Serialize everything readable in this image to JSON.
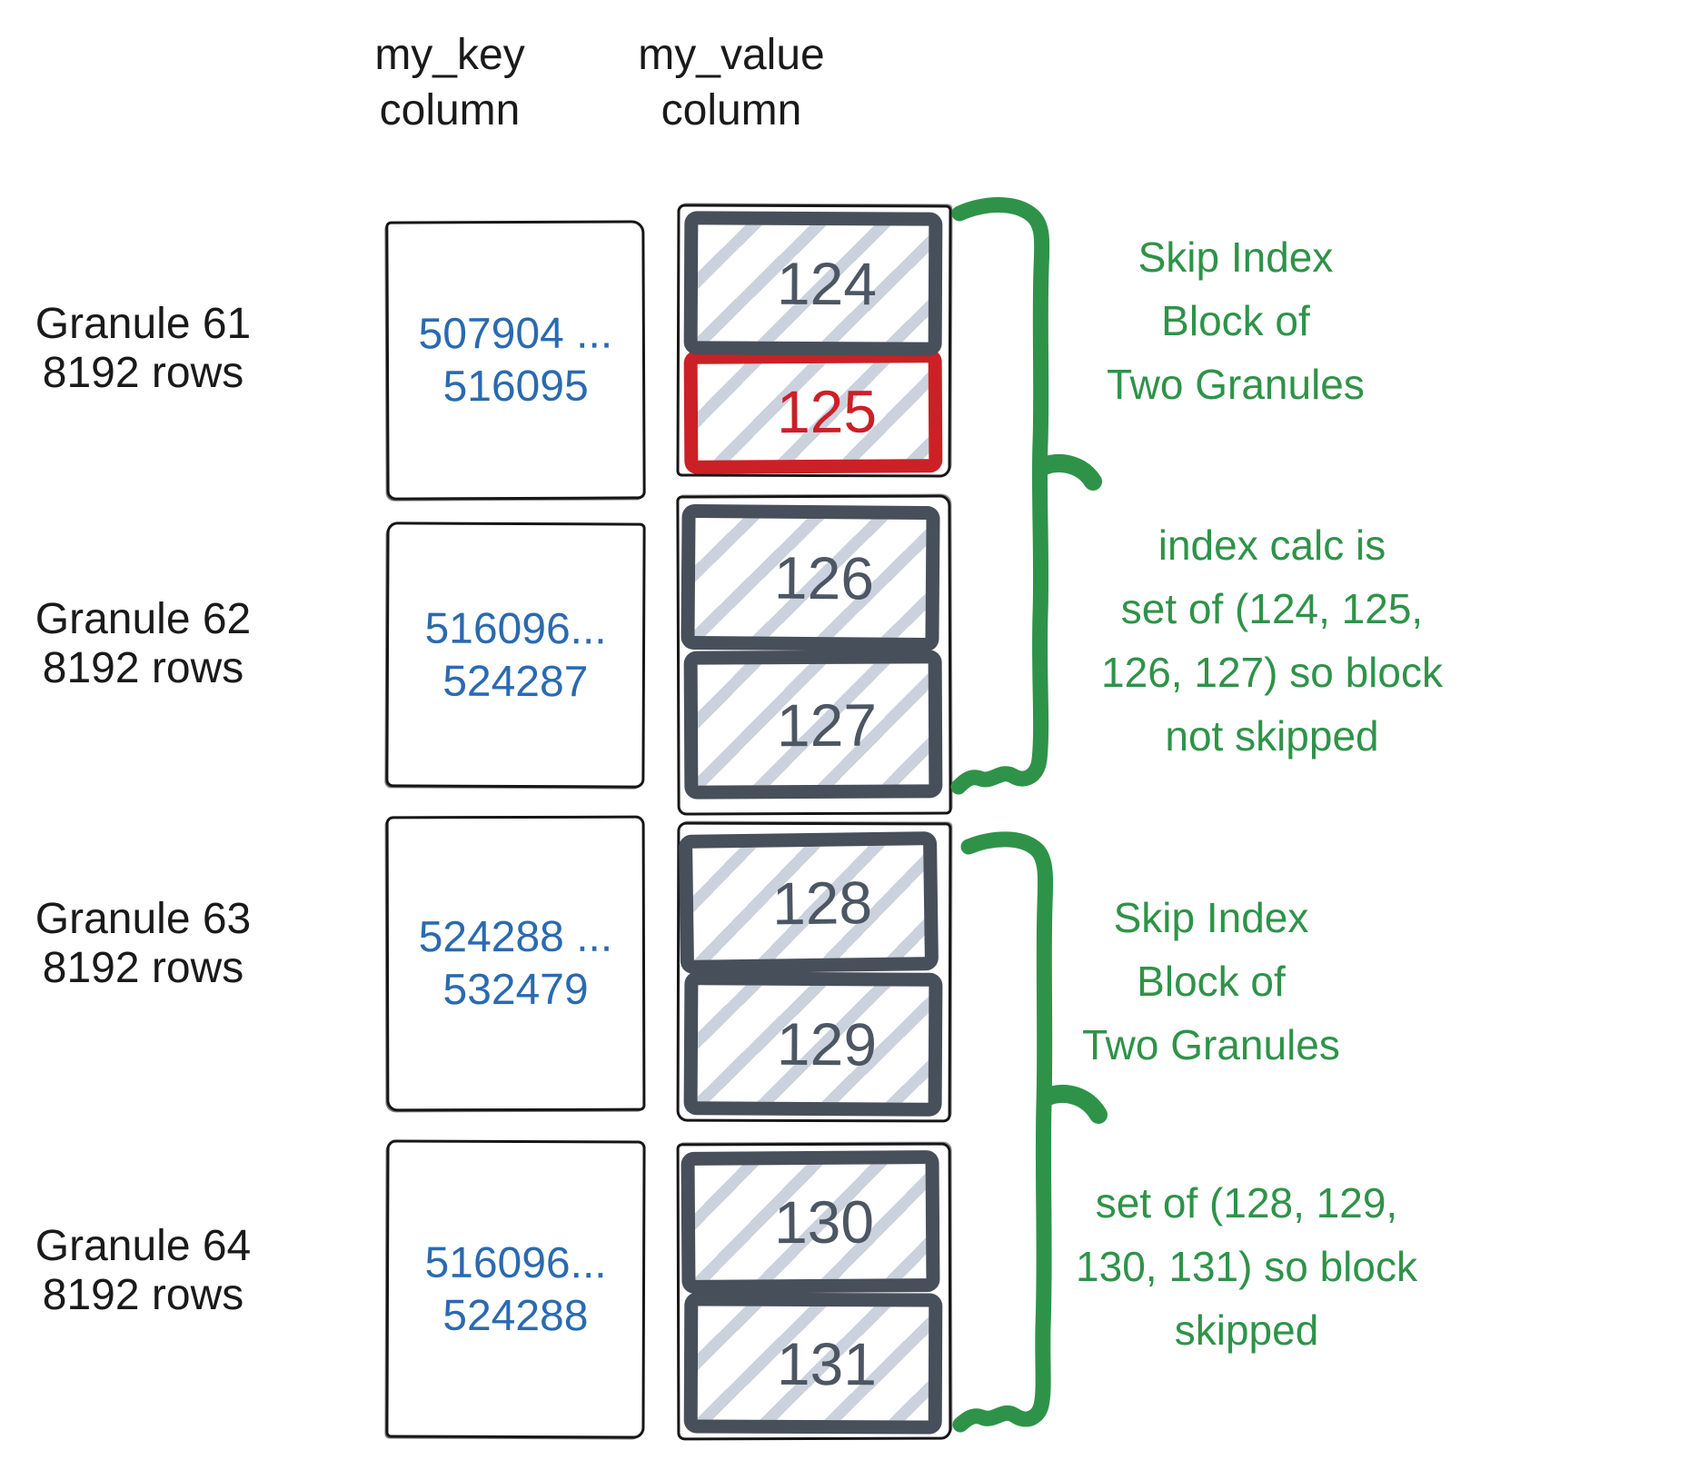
{
  "colors": {
    "label_text": "#1a1a1a",
    "sketch_line": "#161616",
    "key_text": "#2a6ab0",
    "block_border": "#474f5a",
    "block_text": "#4d5663",
    "block_hatch": "#cbd2dd",
    "highlight": "#cb2026",
    "annotation": "#2e9348"
  },
  "headers": {
    "key": {
      "line1": "my_key",
      "line2": "column"
    },
    "value": {
      "line1": "my_value",
      "line2": "column"
    }
  },
  "granules": [
    {
      "label": "Granule 61",
      "rows": "8192 rows",
      "key_start": "507904 ...",
      "key_end": "516095",
      "blocks": [
        {
          "value": "124",
          "highlighted": false
        },
        {
          "value": "125",
          "highlighted": true
        }
      ]
    },
    {
      "label": "Granule 62",
      "rows": "8192 rows",
      "key_start": "516096...",
      "key_end": "524287",
      "blocks": [
        {
          "value": "126",
          "highlighted": false
        },
        {
          "value": "127",
          "highlighted": false
        }
      ]
    },
    {
      "label": "Granule 63",
      "rows": "8192 rows",
      "key_start": "524288 ...",
      "key_end": "532479",
      "blocks": [
        {
          "value": "128",
          "highlighted": false
        },
        {
          "value": "129",
          "highlighted": false
        }
      ]
    },
    {
      "label": "Granule 64",
      "rows": "8192 rows",
      "key_start": "516096...",
      "key_end": "524288",
      "blocks": [
        {
          "value": "130",
          "highlighted": false
        },
        {
          "value": "131",
          "highlighted": false
        }
      ]
    }
  ],
  "annotations": [
    {
      "lines": [
        "Skip Index",
        "Block of",
        "Two Granules"
      ]
    },
    {
      "lines": [
        "index calc is",
        "set of (124, 125,",
        "126, 127) so block",
        "not skipped"
      ]
    },
    {
      "lines": [
        "Skip Index",
        "Block of",
        "Two Granules"
      ]
    },
    {
      "lines": [
        "set of (128, 129,",
        "130, 131) so block",
        "skipped"
      ]
    }
  ]
}
